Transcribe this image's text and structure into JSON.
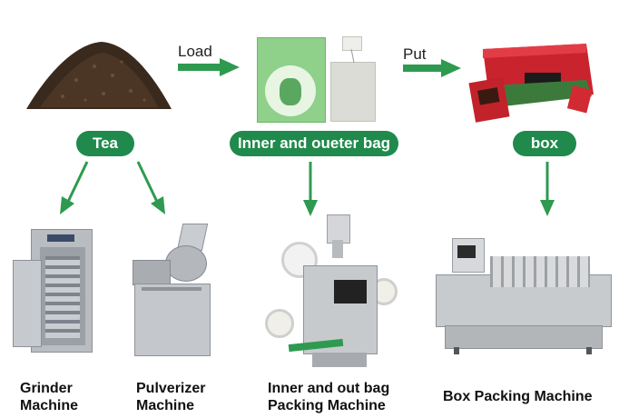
{
  "stages": {
    "tea": {
      "label": "Tea"
    },
    "bag": {
      "label": "Inner and oueter bag"
    },
    "box": {
      "label": "box"
    }
  },
  "flow": {
    "load_label": "Load",
    "put_label": "Put"
  },
  "machines": {
    "grinder": {
      "line1": "Grinder",
      "line2": "Machine"
    },
    "pulverizer": {
      "line1": "Pulverizer",
      "line2": "Machine"
    },
    "bag_packing": {
      "line1": "Inner and out bag",
      "line2": "Packing Machine"
    },
    "box_packing": {
      "line1": "Box Packing Machine"
    }
  },
  "colors": {
    "pill_green": "#1f8a4c",
    "arrow_green": "#2e9a50"
  }
}
